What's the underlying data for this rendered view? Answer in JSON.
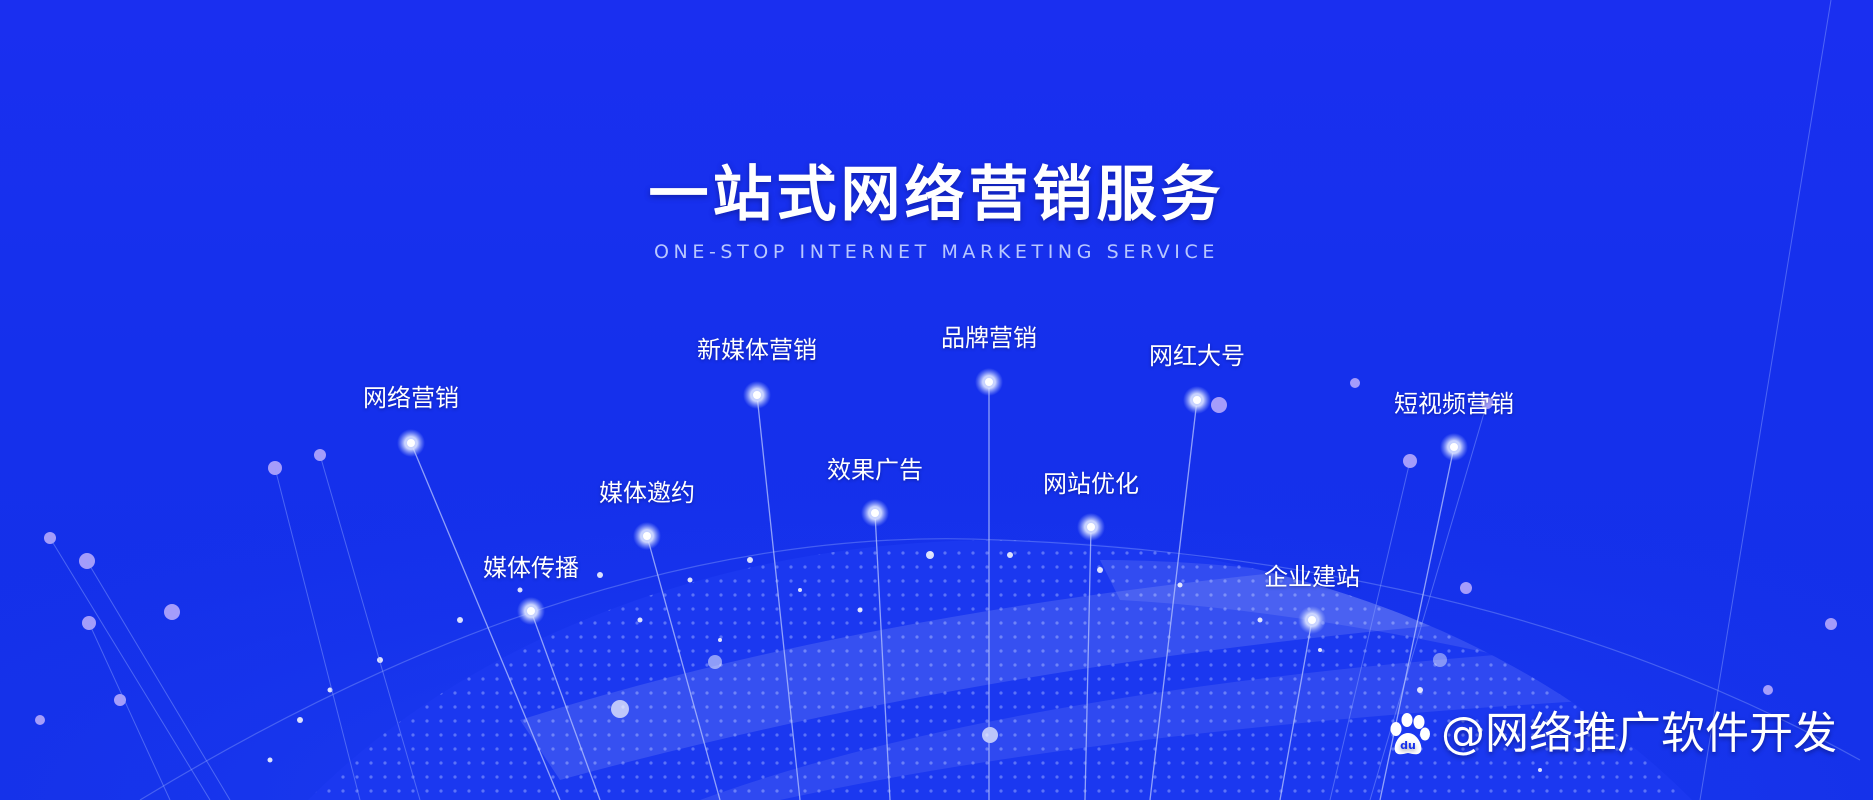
{
  "headline": "一站式网络营销服务",
  "subline": "ONE-STOP INTERNET MARKETING SERVICE",
  "nodes": [
    {
      "label": "网络营销"
    },
    {
      "label": "媒体传播"
    },
    {
      "label": "媒体邀约"
    },
    {
      "label": "新媒体营销"
    },
    {
      "label": "效果广告"
    },
    {
      "label": "品牌营销"
    },
    {
      "label": "网站优化"
    },
    {
      "label": "网红大号"
    },
    {
      "label": "企业建站"
    },
    {
      "label": "短视频营销"
    }
  ],
  "watermark": {
    "text": "@网络推广软件开发",
    "icon": "baidu-paw-icon"
  },
  "colors": {
    "background": "#1530ec",
    "node_glow": "#ffffff",
    "dot": "#c9b8ff",
    "line": "#8fa6ff"
  }
}
